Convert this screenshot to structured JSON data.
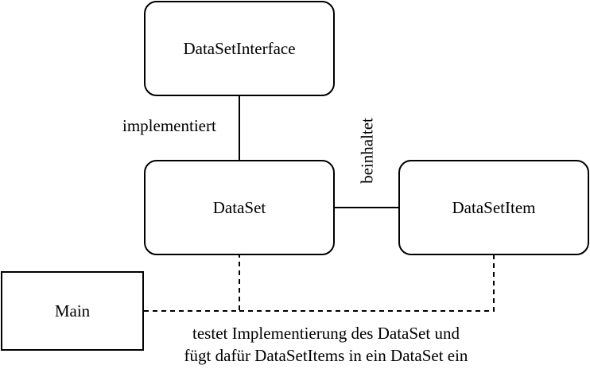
{
  "nodes": {
    "dataset_interface": "DataSetInterface",
    "dataset": "DataSet",
    "dataset_item": "DataSetItem",
    "main": "Main"
  },
  "edge_labels": {
    "implements": "implementiert",
    "contains": "beinhaltet",
    "tests_line1": "testet Implementierung des DataSet und",
    "tests_line2": "fügt dafür DataSetItems in ein DataSet ein"
  }
}
